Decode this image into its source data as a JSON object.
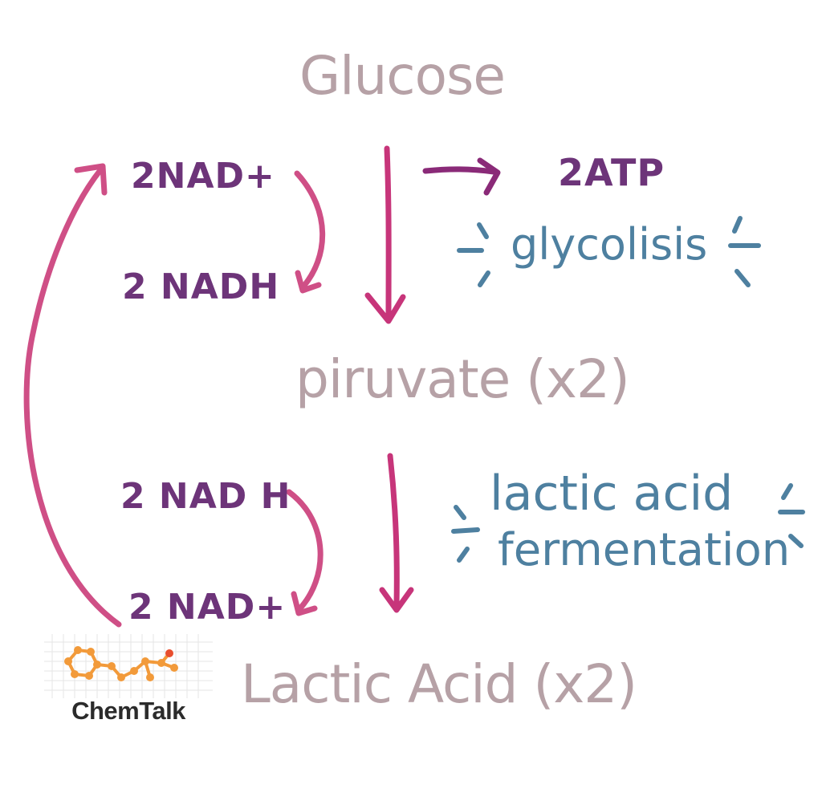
{
  "diagram": {
    "glucose": "Glucose",
    "pyruvate": "piruvate (x2)",
    "lactic_acid": "Lactic Acid (x2)",
    "nad_top": "2NAD+",
    "nadh_top": "2 NADH",
    "nadh_bottom": "2 NAD H",
    "nad_bottom": "2 NAD+",
    "atp": "2ATP",
    "glycolysis": "glycolisis",
    "fermentation_line1": "lactic acid",
    "fermentation_line2": "fermentation"
  },
  "logo": {
    "text": "ChemTalk"
  },
  "colors": {
    "main_text": "#b6a1a6",
    "nad_text": "#6d3479",
    "process_text": "#4e80a0",
    "arrow_main": "#c7357a",
    "arrow_side": "#cf4f86",
    "atp_arrow": "#8a2a78",
    "logo_orange": "#f29a3a"
  }
}
